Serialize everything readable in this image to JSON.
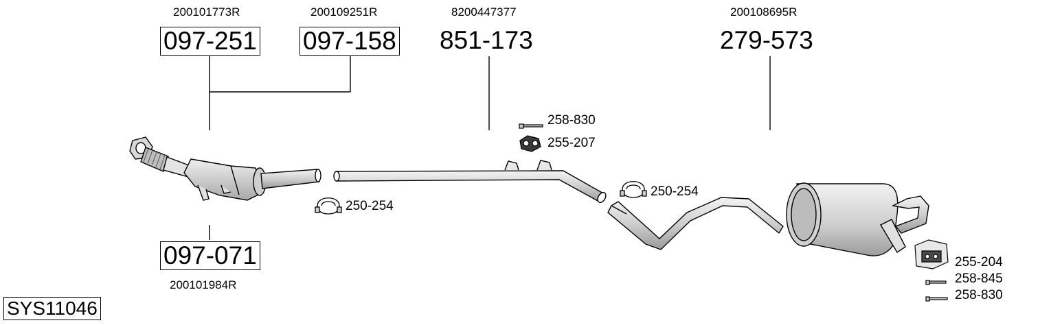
{
  "oem_numbers": {
    "cat_left_top": "200101773R",
    "cat_right_top": "200109251R",
    "mid_pipe": "8200447377",
    "rear_box": "200108695R",
    "cat_bottom": "200101984R"
  },
  "part_numbers": {
    "cat_left_top": "097-251",
    "cat_right_top": "097-158",
    "mid_pipe": "851-173",
    "rear_box": "279-573",
    "cat_bottom": "097-071"
  },
  "fittings": {
    "bolt_mid": "258-830",
    "rubber_mid": "255-207",
    "clamp_left": "250-254",
    "clamp_right": "250-254",
    "rubber_rear": "255-204",
    "bolt_rear_1": "258-845",
    "bolt_rear_2": "258-830"
  },
  "system_id": "SYS11046"
}
